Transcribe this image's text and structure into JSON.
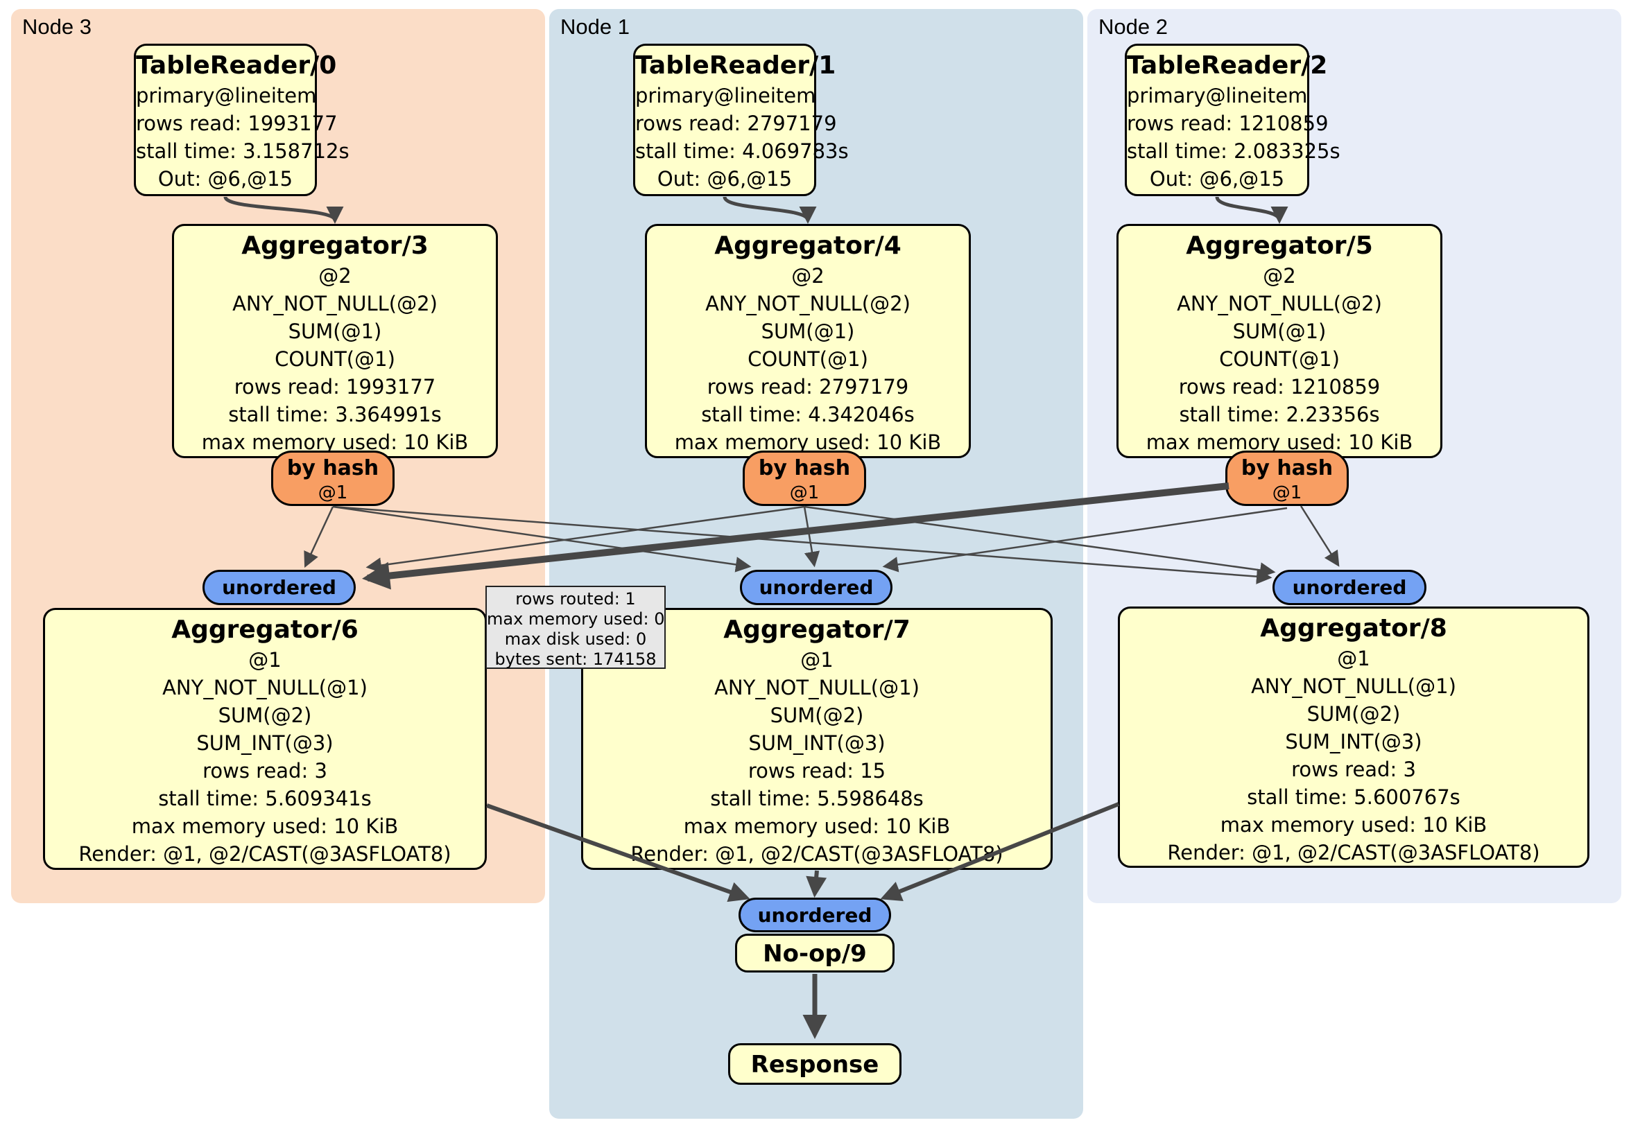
{
  "panels": {
    "node3": {
      "label": "Node 3"
    },
    "node1": {
      "label": "Node 1"
    },
    "node2": {
      "label": "Node 2"
    }
  },
  "nodes": {
    "tr0": {
      "title": "TableReader/0",
      "lines": [
        "primary@lineitem",
        "rows read: 1993177",
        "stall time: 3.158712s",
        "Out: @6,@15"
      ]
    },
    "tr1": {
      "title": "TableReader/1",
      "lines": [
        "primary@lineitem",
        "rows read: 2797179",
        "stall time: 4.069783s",
        "Out: @6,@15"
      ]
    },
    "tr2": {
      "title": "TableReader/2",
      "lines": [
        "primary@lineitem",
        "rows read: 1210859",
        "stall time: 2.083325s",
        "Out: @6,@15"
      ]
    },
    "agg3": {
      "title": "Aggregator/3",
      "lines": [
        "@2",
        "ANY_NOT_NULL(@2)",
        "SUM(@1)",
        "COUNT(@1)",
        "rows read: 1993177",
        "stall time: 3.364991s",
        "max memory used: 10 KiB"
      ]
    },
    "agg4": {
      "title": "Aggregator/4",
      "lines": [
        "@2",
        "ANY_NOT_NULL(@2)",
        "SUM(@1)",
        "COUNT(@1)",
        "rows read: 2797179",
        "stall time: 4.342046s",
        "max memory used: 10 KiB"
      ]
    },
    "agg5": {
      "title": "Aggregator/5",
      "lines": [
        "@2",
        "ANY_NOT_NULL(@2)",
        "SUM(@1)",
        "COUNT(@1)",
        "rows read: 1210859",
        "stall time: 2.23356s",
        "max memory used: 10 KiB"
      ]
    },
    "agg6": {
      "title": "Aggregator/6",
      "lines": [
        "@1",
        "ANY_NOT_NULL(@1)",
        "SUM(@2)",
        "SUM_INT(@3)",
        "rows read: 3",
        "stall time: 5.609341s",
        "max memory used: 10 KiB",
        "Render: @1, @2/CAST(@3ASFLOAT8)"
      ]
    },
    "agg7": {
      "title": "Aggregator/7",
      "lines": [
        "@1",
        "ANY_NOT_NULL(@1)",
        "SUM(@2)",
        "SUM_INT(@3)",
        "rows read: 15",
        "stall time: 5.598648s",
        "max memory used: 10 KiB",
        "Render: @1, @2/CAST(@3ASFLOAT8)"
      ]
    },
    "agg8": {
      "title": "Aggregator/8",
      "lines": [
        "@1",
        "ANY_NOT_NULL(@1)",
        "SUM(@2)",
        "SUM_INT(@3)",
        "rows read: 3",
        "stall time: 5.600767s",
        "max memory used: 10 KiB",
        "Render: @1, @2/CAST(@3ASFLOAT8)"
      ]
    },
    "router_left": {
      "title": "by hash",
      "sub": "@1"
    },
    "router_mid": {
      "title": "by hash",
      "sub": "@1"
    },
    "router_right": {
      "title": "by hash",
      "sub": "@1"
    },
    "stream_left": {
      "label": "unordered"
    },
    "stream_mid": {
      "label": "unordered"
    },
    "stream_right": {
      "label": "unordered"
    },
    "stream_final": {
      "label": "unordered"
    },
    "noop": {
      "title": "No-op/9"
    },
    "response": {
      "title": "Response"
    }
  },
  "tooltip": {
    "lines": [
      "rows routed: 1",
      "max memory used: 0",
      "max disk used: 0",
      "bytes sent: 174158"
    ]
  },
  "colors": {
    "panel_node3": "#fbddc7",
    "panel_node1": "#d0e0ea",
    "panel_node2": "#e8edf8",
    "processor_fill": "#ffffcc",
    "router_fill": "#f89e63",
    "stream_fill": "#74a2f3",
    "tooltip_fill": "#e7e7e7",
    "edge": "#474747"
  }
}
